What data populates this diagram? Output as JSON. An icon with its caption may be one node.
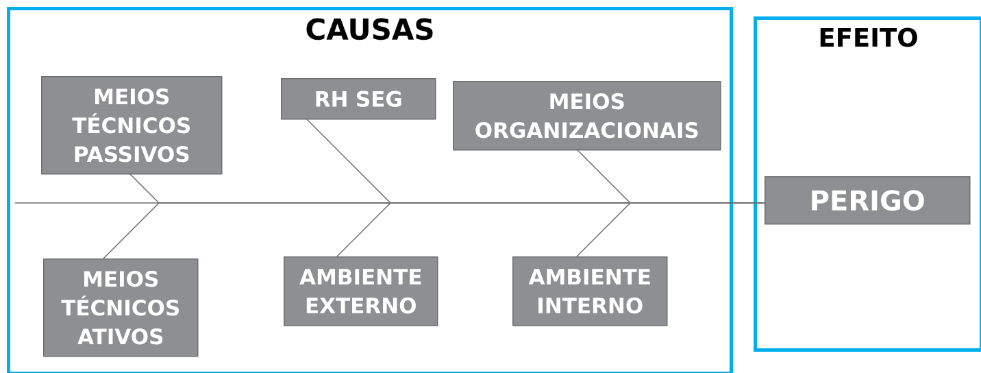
{
  "diagram": {
    "nodes": [
      {
        "text": [
          "CAUSAS"
        ]
      },
      {
        "text": [
          "EFEITO"
        ]
      },
      {
        "text": [
          "MEIOS TÉCNICOS PASSIVOS"
        ],
        "in": 0
      },
      {
        "text": [
          "RH SEG"
        ],
        "in": 0
      },
      {
        "text": [
          "MEIOS ORGANIZACIONAIS"
        ],
        "in": 0
      },
      {
        "text": [
          "PERIGO"
        ],
        "in": 1
      },
      {
        "text": [
          "MEIOS TÉCNICOS ATIVOS"
        ],
        "in": 0
      },
      {
        "text": [
          "AMBIENTE EXTERNO"
        ],
        "in": 0
      },
      {
        "text": [
          "AMBIENTE INTERNO"
        ],
        "in": 0
      }
    ],
    "edges": [
      {
        "from": 0,
        "to": 5,
        "arrow": "none"
      },
      {
        "from": 2,
        "to": 5,
        "arrow": "none"
      },
      {
        "from": 6,
        "to": 5,
        "arrow": "none"
      },
      {
        "from": 3,
        "to": 5,
        "arrow": "none"
      },
      {
        "from": 7,
        "to": 5,
        "arrow": "none"
      },
      {
        "from": 4,
        "to": 5,
        "arrow": "none"
      },
      {
        "from": 8,
        "to": 5,
        "arrow": "none"
      }
    ]
  }
}
